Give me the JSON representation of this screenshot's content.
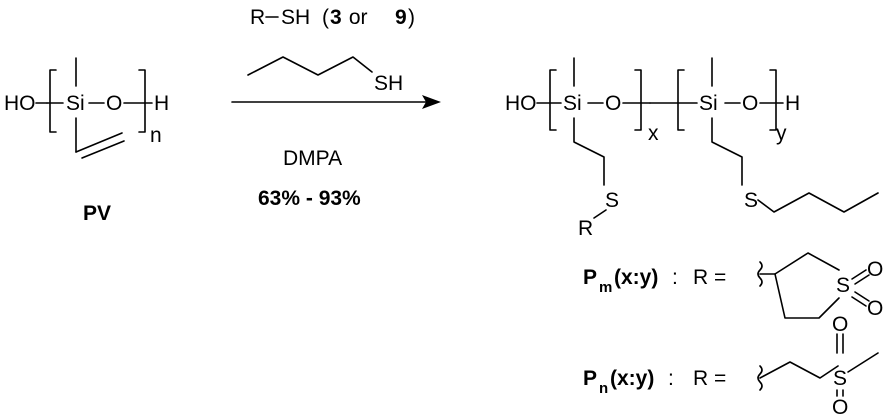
{
  "reagent": {
    "r": "R",
    "dash": "–",
    "sh": "SH",
    "paren_open": "(",
    "num1": "3",
    "or": " or ",
    "num2": "9",
    "paren_close": ")",
    "butanethiol_sh": "SH"
  },
  "condition": {
    "catalyst": "DMPA",
    "yield": "63% - 93%"
  },
  "start": {
    "ho": "HO",
    "si": "Si",
    "o": "O",
    "h": "H",
    "n": "n",
    "label": "PV"
  },
  "product": {
    "ho": "HO",
    "si1": "Si",
    "o1": "O",
    "x": "x",
    "si2": "Si",
    "o2": "O",
    "h": "H",
    "y": "y",
    "s1": "S",
    "r": "R",
    "s2": "S"
  },
  "legend": {
    "pm": {
      "p": "P",
      "sub": "m",
      "tail": "(x:y)",
      "colon": ":",
      "req": "R =",
      "s": "S",
      "o_top": "O",
      "o_bot": "O"
    },
    "pn": {
      "p": "P",
      "sub": "n",
      "tail": "(x:y)",
      "colon": ":",
      "req": "R =",
      "s": "S",
      "o_top": "O",
      "o_bot": "O"
    }
  }
}
